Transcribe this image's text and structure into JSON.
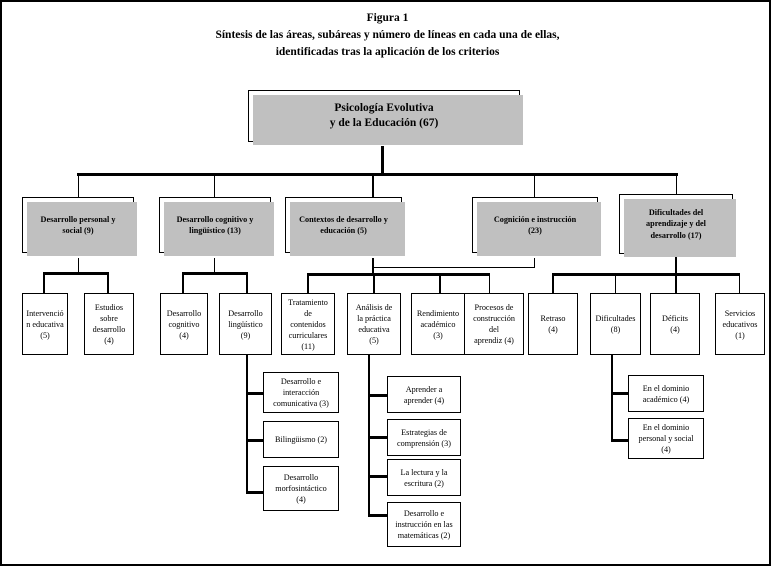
{
  "figure": {
    "title_lines": [
      "Figura 1",
      "Síntesis de las áreas, subáreas y número de líneas en cada una de ellas,",
      "identificadas tras la aplicación de los criterios"
    ],
    "title_line_1": "Figura 1",
    "title_line_2": "Síntesis de las áreas, subáreas y número de líneas en cada una de ellas,",
    "title_line_3": "identificadas tras la aplicación de los criterios"
  },
  "colors": {
    "border": "#000000",
    "shadow": "#c0c0c0",
    "background": "#ffffff",
    "text": "#000000"
  },
  "root": {
    "label": "Psicología Evolutiva\ny de la Educación (67)",
    "name": "Psicología Evolutiva y de la Educación",
    "count": 67
  },
  "areas": [
    {
      "id": "desarrollo-personal-social",
      "label": "Desarrollo personal y\nsocial (9)",
      "name": "Desarrollo personal y social",
      "count": 9,
      "subareas": [
        {
          "id": "intervencion-educativa",
          "label": "Intervenció\nn educativa\n(5)",
          "name": "Intervención educativa",
          "count": 5,
          "subsubareas": []
        },
        {
          "id": "estudios-sobre-desarrollo",
          "label": "Estudios\nsobre\ndesarrollo\n(4)",
          "name": "Estudios sobre desarrollo",
          "count": 4,
          "subsubareas": []
        }
      ]
    },
    {
      "id": "desarrollo-cognitivo-linguistico",
      "label": "Desarrollo cognitivo y\nlingüístico (13)",
      "name": "Desarrollo cognitivo y lingüístico",
      "count": 13,
      "subareas": [
        {
          "id": "desarrollo-cognitivo",
          "label": "Desarrollo\ncognitivo\n(4)",
          "name": "Desarrollo cognitivo",
          "count": 4,
          "subsubareas": []
        },
        {
          "id": "desarrollo-linguistico",
          "label": "Desarrollo\nlingüístico\n(9)",
          "name": "Desarrollo lingüístico",
          "count": 9,
          "subsubareas": [
            {
              "id": "desarrollo-interaccion-comunicativa",
              "label": "Desarrollo e\ninteracción\ncomunicativa (3)",
              "name": "Desarrollo e interacción comunicativa",
              "count": 3
            },
            {
              "id": "bilinguismo",
              "label": "Bilingüismo (2)",
              "name": "Bilingüismo",
              "count": 2
            },
            {
              "id": "desarrollo-morfosintactico",
              "label": "Desarrollo\nmorfosintáctico\n(4)",
              "name": "Desarrollo morfosintáctico",
              "count": 4
            }
          ]
        }
      ]
    },
    {
      "id": "contextos-desarrollo-educacion",
      "label": "Contextos de desarrollo y\neducación (5)",
      "name": "Contextos de desarrollo y educación",
      "count": 5,
      "subareas": [
        {
          "id": "tratamiento-contenidos-curriculares",
          "label": "Tratamiento\nde\ncontenidos\ncurriculares\n(11)",
          "name": "Tratamiento de contenidos curriculares",
          "count": 11,
          "subsubareas": []
        },
        {
          "id": "analisis-practica-educativa",
          "label": "Análisis de\nla práctica\neducativa\n(5)",
          "name": "Análisis de la práctica educativa",
          "count": 5,
          "subsubareas": [
            {
              "id": "aprender-a-aprender",
              "label": "Aprender a\naprender (4)",
              "name": "Aprender a aprender",
              "count": 4
            },
            {
              "id": "estrategias-comprension",
              "label": "Estrategias de\ncomprensión (3)",
              "name": "Estrategias de comprensión",
              "count": 3
            },
            {
              "id": "lectura-escritura",
              "label": "La lectura y la\nescritura (2)",
              "name": "La lectura y la escritura",
              "count": 2
            },
            {
              "id": "desarrollo-instruccion-matematicas",
              "label": "Desarrollo e\ninstrucción en las\nmatemáticas (2)",
              "name": "Desarrollo e instrucción en las matemáticas",
              "count": 2
            }
          ]
        },
        {
          "id": "rendimiento-academico",
          "label": "Rendimiento\nacadémico\n(3)",
          "name": "Rendimiento académico",
          "count": 3,
          "subsubareas": []
        },
        {
          "id": "procesos-construccion-aprendiz",
          "label": "Procesos de\nconstrucción\ndel\naprendiz (4)",
          "name": "Procesos de construcción del aprendiz",
          "count": 4,
          "subsubareas": []
        }
      ]
    },
    {
      "id": "cognicion-instruccion",
      "label": "Cognición e instrucción\n(23)",
      "name": "Cognición e instrucción",
      "count": 23,
      "subareas": []
    },
    {
      "id": "dificultades-aprendizaje-desarrollo",
      "label": "Dificultades del\naprendizaje y del\ndesarrollo (17)",
      "name": "Dificultades del aprendizaje y del desarrollo",
      "count": 17,
      "subareas": [
        {
          "id": "retraso",
          "label": "Retraso\n(4)",
          "name": "Retraso",
          "count": 4,
          "subsubareas": []
        },
        {
          "id": "dificultades",
          "label": "Dificultades\n(8)",
          "name": "Dificultades",
          "count": 8,
          "subsubareas": [
            {
              "id": "dominio-academico",
              "label": "En el dominio\nacadémico (4)",
              "name": "En el dominio académico",
              "count": 4
            },
            {
              "id": "dominio-personal-social",
              "label": "En el dominio\npersonal y social\n(4)",
              "name": "En el dominio personal y social",
              "count": 4
            }
          ]
        },
        {
          "id": "deficits",
          "label": "Déficits\n(4)",
          "name": "Déficits",
          "count": 4,
          "subsubareas": []
        },
        {
          "id": "servicios-educativos",
          "label": "Servicios\neducativos\n(1)",
          "name": "Servicios educativos",
          "count": 1,
          "subsubareas": []
        }
      ]
    }
  ]
}
